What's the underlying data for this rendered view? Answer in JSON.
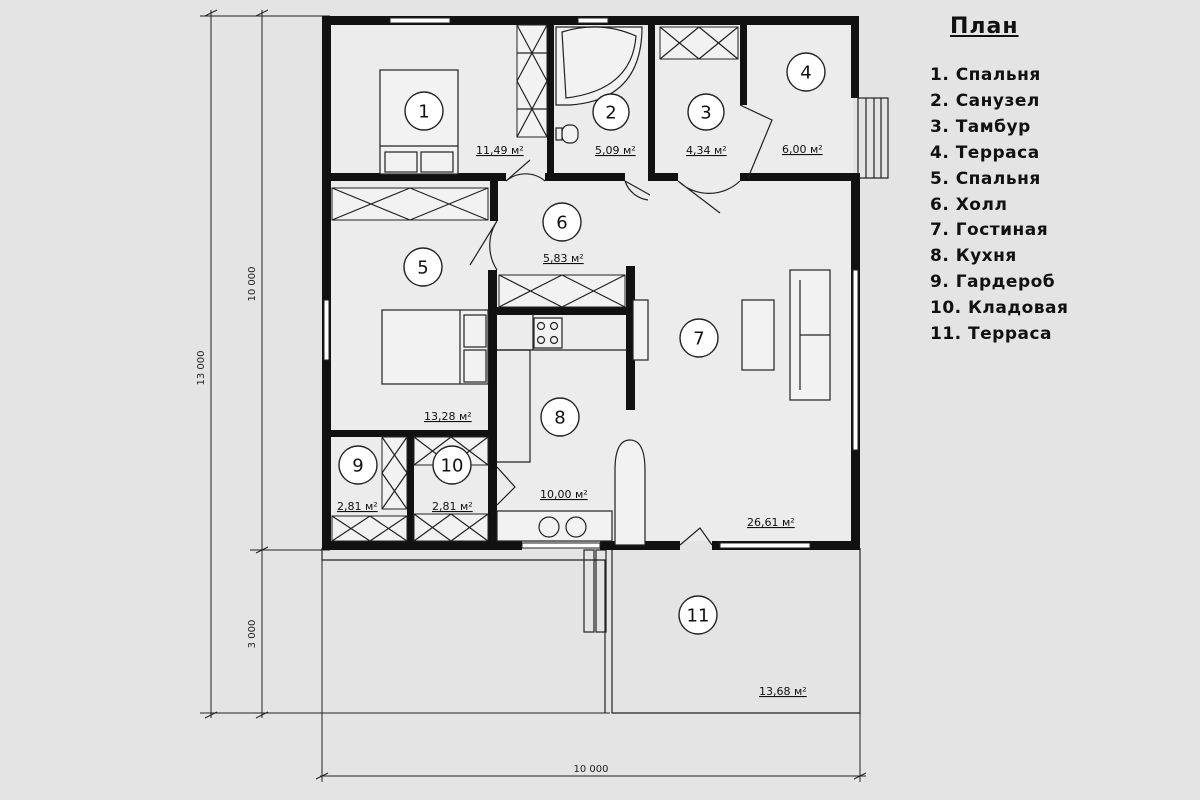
{
  "legend": {
    "title": "План",
    "items": [
      "1. Спальня",
      "2. Санузел",
      "3. Тамбур",
      "4. Терраса",
      "5. Спальня",
      "6. Холл",
      "7. Гостиная",
      "8. Кухня",
      "9. Гардероб",
      "10. Кладовая",
      "11. Терраса"
    ]
  },
  "rooms": [
    {
      "number": "1",
      "area": "11,49 м²"
    },
    {
      "number": "2",
      "area": "5,09 м²"
    },
    {
      "number": "3",
      "area": "4,34 м²"
    },
    {
      "number": "4",
      "area": "6,00 м²"
    },
    {
      "number": "5",
      "area": ""
    },
    {
      "number": "6",
      "area": "5,83 м²"
    },
    {
      "number": "7",
      "area": "26,61 м²"
    },
    {
      "number": "8",
      "area": "10,00 м²"
    },
    {
      "number": "9",
      "area": "2,81 м²"
    },
    {
      "number": "10",
      "area": "2,81 м²"
    },
    {
      "number": "11",
      "area": "13,68 м²"
    },
    {
      "number": "",
      "area": "13,28 м²"
    }
  ],
  "dimensions": {
    "total_height": "13 000",
    "house_depth": "10 000",
    "terrace_depth": "3 000",
    "width": "10 000"
  }
}
